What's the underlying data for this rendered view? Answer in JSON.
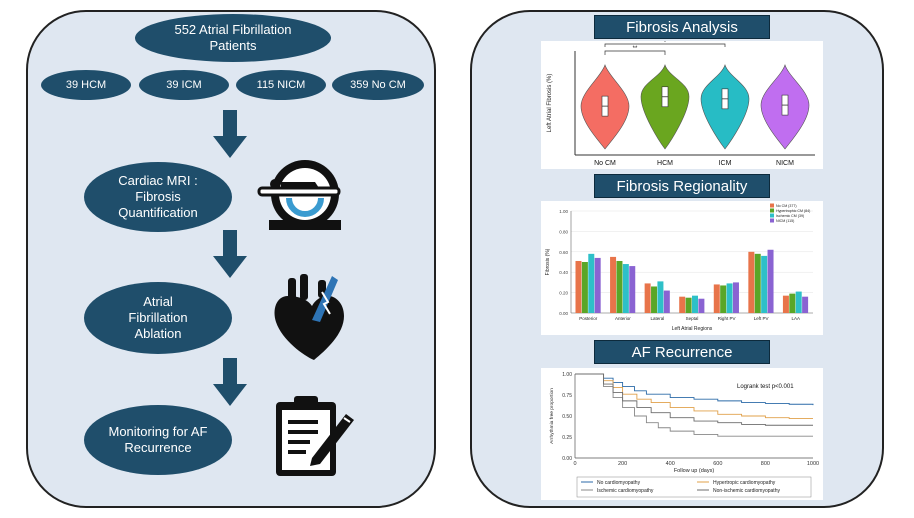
{
  "left": {
    "top": "552 Atrial Fibrillation Patients",
    "groups": [
      "39 HCM",
      "39 ICM",
      "115 NICM",
      "359  No CM"
    ],
    "steps": [
      "Cardiac MRI : Fibrosis Quantification",
      "Atrial Fibrillation Ablation",
      "Monitoring for AF Recurrence"
    ],
    "icons": [
      "mri-scanner-icon",
      "heart-ablation-icon",
      "clipboard-checklist-icon"
    ]
  },
  "right": {
    "headers": [
      "Fibrosis Analysis",
      "Fibrosis Regionality",
      "AF Recurrence"
    ]
  },
  "chart_data": [
    {
      "type": "violin",
      "ylabel": "Left Atrial Fibrosis (%)",
      "categories": [
        "No CM",
        "HCM",
        "ICM",
        "NICM"
      ],
      "colors": [
        "#f46d63",
        "#6aa61f",
        "#27bcc5",
        "#c06ef0"
      ],
      "medians": [
        0.47,
        0.56,
        0.54,
        0.48
      ],
      "annotations": [
        "**",
        "*"
      ]
    },
    {
      "type": "bar",
      "xlabel": "Left Atrial Regions",
      "ylabel": "Fibrosis (%)",
      "yticks": [
        "0.00",
        "0.20",
        "0.40",
        "0.60",
        "0.80",
        "1.00"
      ],
      "categories": [
        "Posterior",
        "Anterior",
        "Lateral",
        "Septal",
        "Right PV",
        "Left PV",
        "LAA"
      ],
      "legend": [
        "No CM (377)",
        "Hypertrophic CM (84)",
        "Ischemic CM (39)",
        "NICM (115)"
      ],
      "colors": [
        "#e8744a",
        "#5aa627",
        "#2ec0c8",
        "#8a63d2"
      ],
      "series": [
        {
          "values": [
            0.51,
            0.55,
            0.29,
            0.16,
            0.28,
            0.6,
            0.17
          ]
        },
        {
          "values": [
            0.5,
            0.51,
            0.26,
            0.15,
            0.27,
            0.58,
            0.19
          ]
        },
        {
          "values": [
            0.58,
            0.48,
            0.31,
            0.17,
            0.29,
            0.56,
            0.21
          ]
        },
        {
          "values": [
            0.54,
            0.46,
            0.22,
            0.14,
            0.3,
            0.62,
            0.16
          ]
        }
      ],
      "ylim": [
        0,
        1
      ]
    },
    {
      "type": "line",
      "xlabel": "Follow up (days)",
      "ylabel": "Arrhythmia free proportion",
      "annotation": "Logrank test p<0.001",
      "xticks": [
        "0",
        "200",
        "400",
        "600",
        "800",
        "1000"
      ],
      "yticks": [
        "0.00",
        "0.25",
        "0.50",
        "0.75",
        "1.00"
      ],
      "xlim": [
        0,
        1000
      ],
      "ylim": [
        0,
        1
      ],
      "series": [
        {
          "name": "No cardiomyopathy",
          "color": "#2b6aa8",
          "x": [
            0,
            80,
            120,
            160,
            200,
            250,
            300,
            400,
            500,
            600,
            700,
            800,
            900,
            1000
          ],
          "y": [
            1.0,
            1.0,
            0.95,
            0.9,
            0.85,
            0.8,
            0.76,
            0.72,
            0.7,
            0.68,
            0.66,
            0.65,
            0.64,
            0.63
          ]
        },
        {
          "name": "Hypertropic cardiomyopathy",
          "color": "#e0a04a",
          "x": [
            0,
            80,
            120,
            160,
            200,
            260,
            320,
            400,
            500,
            600,
            700,
            800,
            900,
            1000
          ],
          "y": [
            1.0,
            1.0,
            0.92,
            0.84,
            0.76,
            0.7,
            0.66,
            0.6,
            0.56,
            0.52,
            0.5,
            0.48,
            0.47,
            0.47
          ]
        },
        {
          "name": "Ischemic cardiomyopathy",
          "color": "#888888",
          "x": [
            0,
            80,
            120,
            160,
            200,
            250,
            300,
            350,
            400,
            500,
            600,
            700,
            800,
            1000
          ],
          "y": [
            1.0,
            1.0,
            0.85,
            0.72,
            0.6,
            0.5,
            0.42,
            0.36,
            0.32,
            0.28,
            0.26,
            0.26,
            0.26,
            0.26
          ]
        },
        {
          "name": "Non-ischemic cardiomyopathy",
          "color": "#6d6d6d",
          "x": [
            0,
            80,
            120,
            160,
            200,
            260,
            320,
            400,
            500,
            600,
            700,
            800,
            900,
            1000
          ],
          "y": [
            1.0,
            1.0,
            0.88,
            0.78,
            0.68,
            0.6,
            0.54,
            0.48,
            0.44,
            0.42,
            0.4,
            0.39,
            0.39,
            0.39
          ]
        }
      ]
    }
  ]
}
